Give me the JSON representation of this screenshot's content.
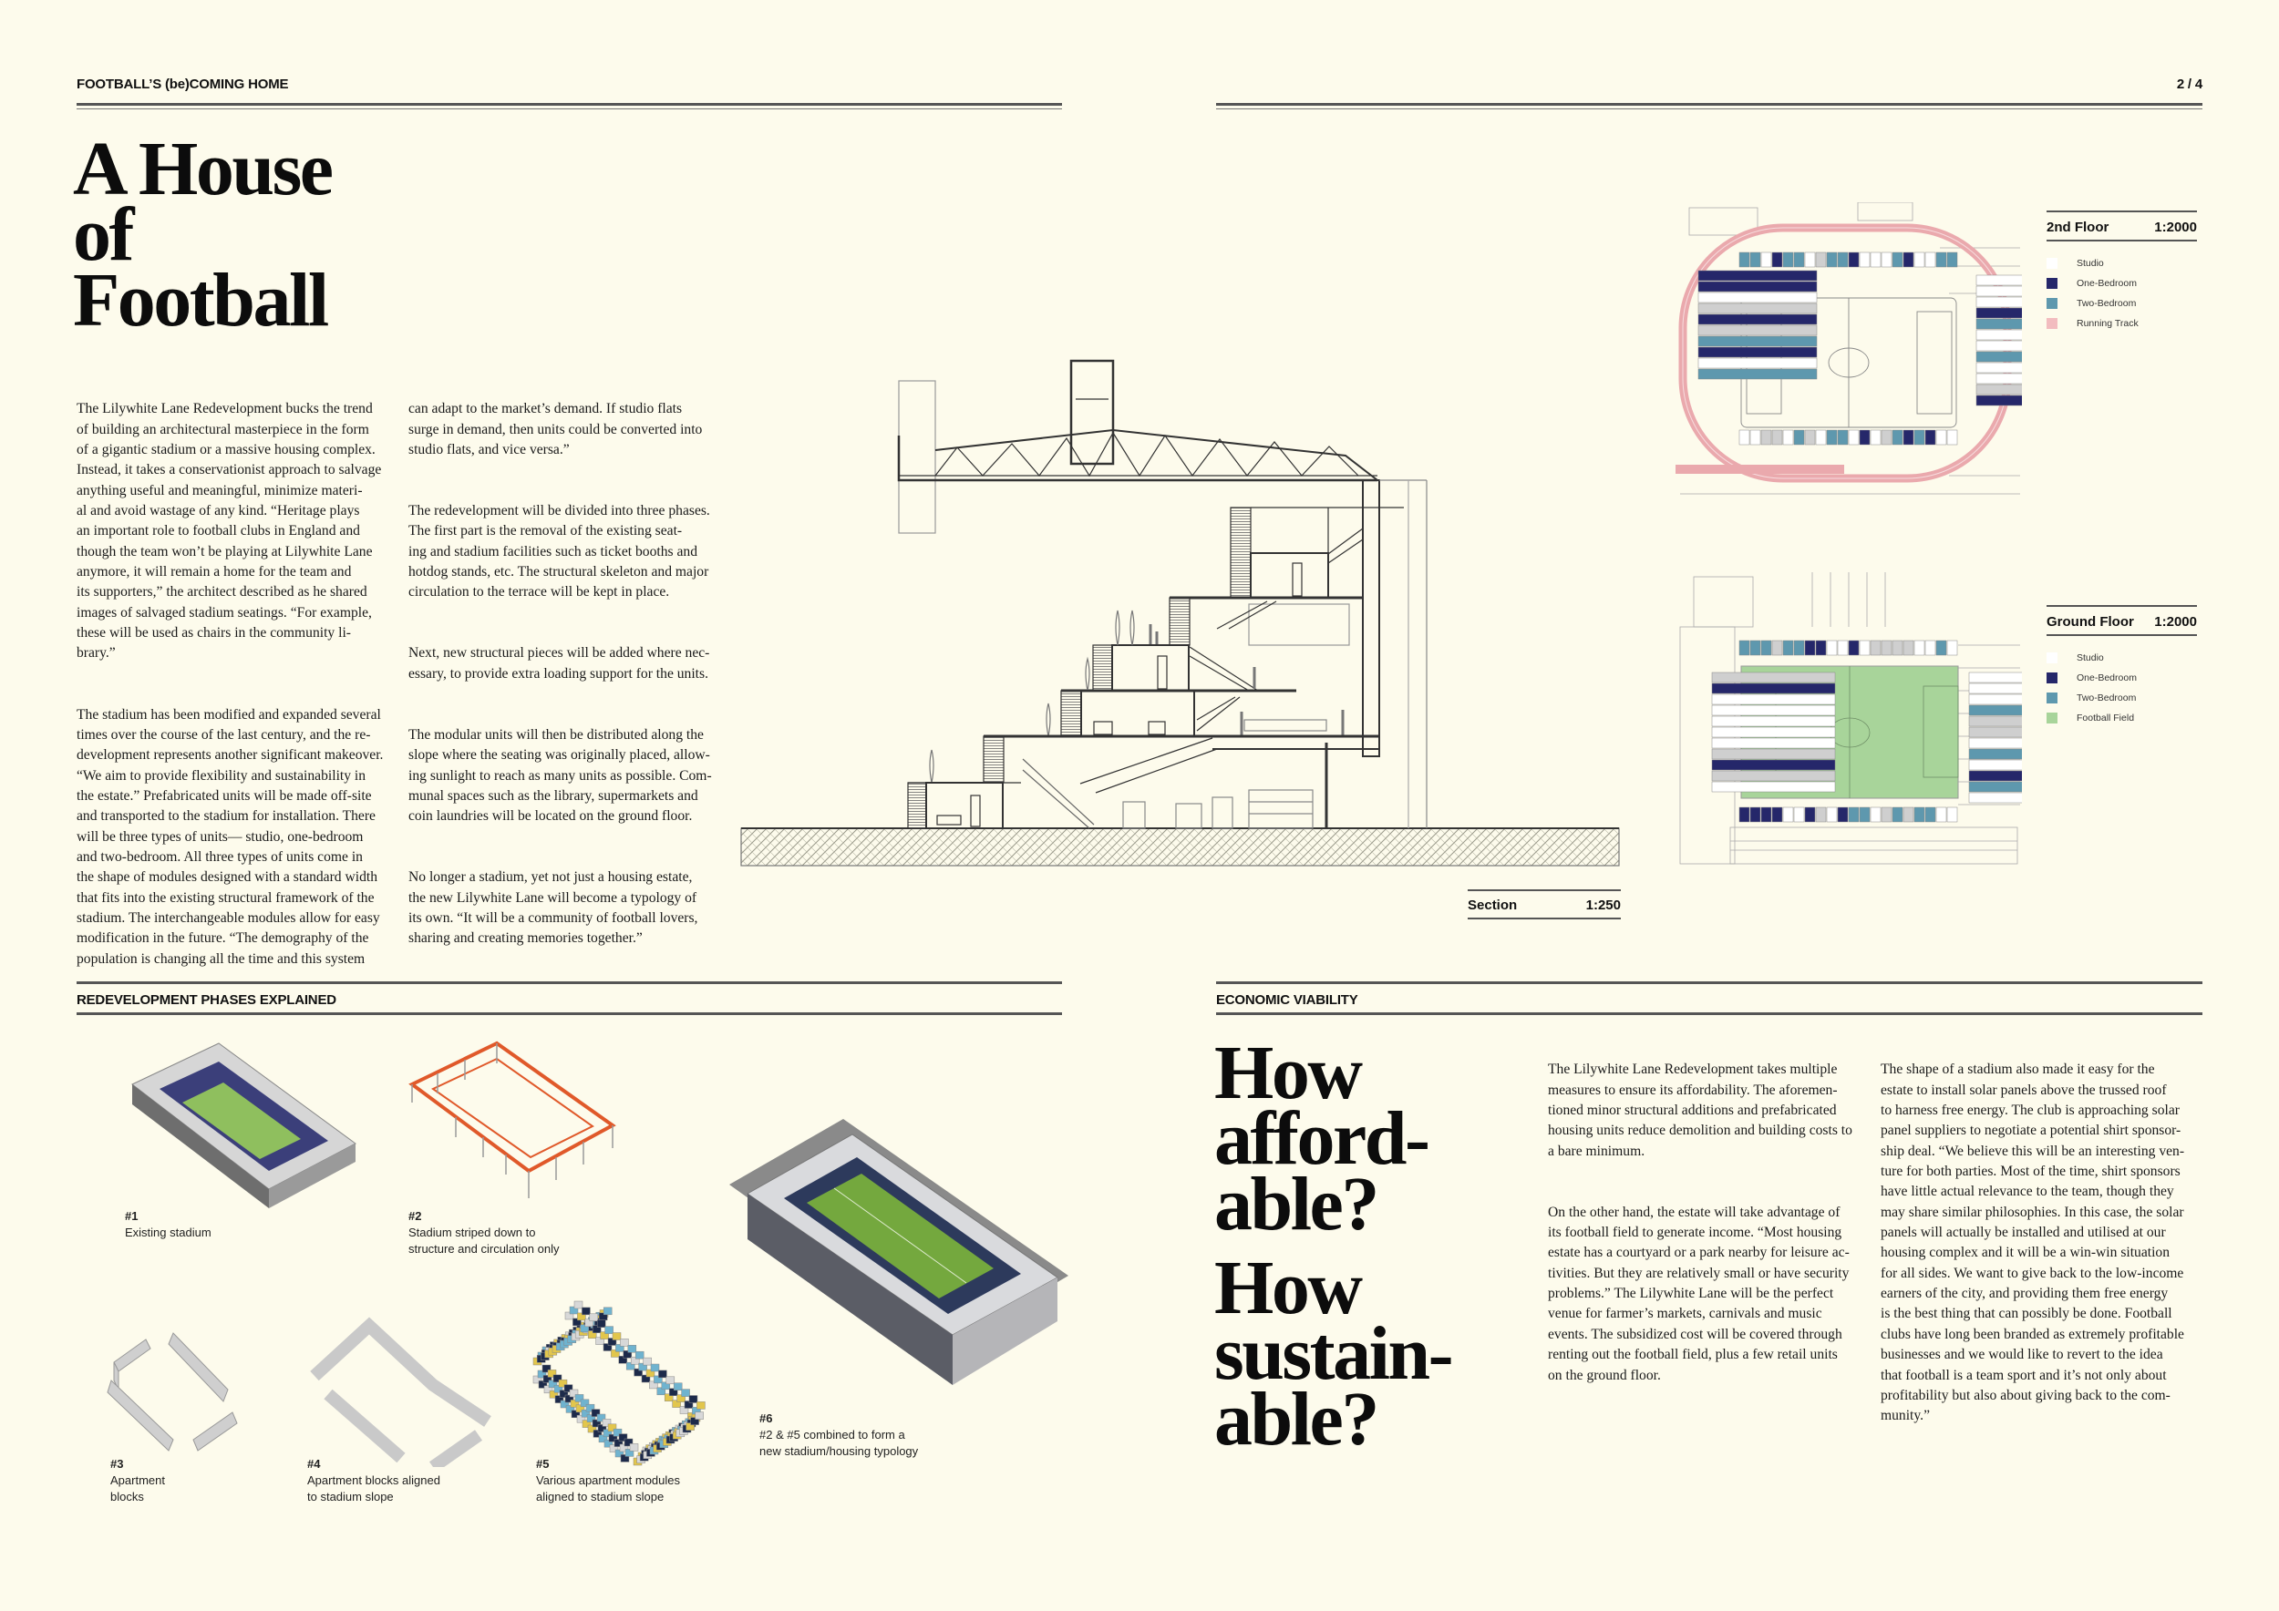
{
  "header": {
    "kicker": "FOOTBALL’S (be)COMING HOME",
    "page": "2 / 4"
  },
  "article": {
    "title": "A House\nof\nFootball",
    "col1": [
      "The Lilywhite Lane Redevelopment bucks the trend\nof building an architectural masterpiece in the form\nof a gigantic stadium or a massive housing complex.\nInstead, it takes a conservationist approach to salvage\nanything useful and meaningful, minimize materi-\nal and avoid wastage of any kind. “Heritage plays\nan important role to football clubs in England and\nthough the team won’t be playing at Lilywhite Lane\nanymore, it will remain a home for the team and\nits supporters,” the architect described as he shared\nimages of salvaged stadium seatings. “For example,\nthese will be used as chairs in the community li-\nbrary.”",
      "The stadium has been modified and expanded several\ntimes over the course of the last century, and the re-\ndevelopment represents another significant makeover.\n“We aim to provide flexibility and sustainability in\nthe estate.” Prefabricated units will be made off-site\nand transported to the stadium for installation. There\nwill be three types of units— studio, one-bedroom\nand two-bedroom. All three types of units come in\nthe shape of modules designed with a standard width\nthat fits into the existing structural framework of the\nstadium. The interchangeable modules allow for easy\nmodification in the future. “The demography of the\npopulation is changing all the time and this system"
    ],
    "col2": [
      "can adapt to the market’s demand. If studio flats\nsurge in demand, then units could be converted into\nstudio flats, and vice versa.”",
      "The redevelopment will be divided into three phases.\nThe first part is the removal of the existing seat-\ning and stadium facilities such as ticket booths and\nhotdog stands, etc. The structural skeleton and major\ncirculation to the terrace will be kept in place.",
      "Next, new structural pieces will be added where nec-\nessary, to provide extra loading support for the units.",
      "The modular units will then be distributed along the\nslope where the seating was originally placed, allow-\ning sunlight to reach as many units as possible. Com-\nmunal spaces such as the library, supermarkets and\ncoin laundries will be located on the ground floor.",
      "No longer a stadium, yet not just a housing estate,\nthe new Lilywhite Lane will become a typology of\nits own. “It will be a community of football lovers,\nsharing and creating memories together.”"
    ]
  },
  "section_drawing": {
    "label": "Section",
    "scale": "1:250"
  },
  "plans": [
    {
      "title": "2nd Floor",
      "scale": "1:2000",
      "legend": [
        {
          "label": "Studio",
          "color": "#ffffff"
        },
        {
          "label": "One-Bedroom",
          "color": "#25276a"
        },
        {
          "label": "Two-Bedroom",
          "color": "#5e98ae"
        },
        {
          "label": "Running Track",
          "color": "#f2bcbf"
        }
      ]
    },
    {
      "title": "Ground Floor",
      "scale": "1:2000",
      "legend": [
        {
          "label": "Studio",
          "color": "#ffffff"
        },
        {
          "label": "One-Bedroom",
          "color": "#25276a"
        },
        {
          "label": "Two-Bedroom",
          "color": "#5e98ae"
        },
        {
          "label": "Football Field",
          "color": "#a8d49a"
        }
      ]
    }
  ],
  "phases": {
    "heading": "REDEVELOPMENT PHASES EXPLAINED",
    "items": [
      {
        "num": "#1",
        "text": "Existing stadium"
      },
      {
        "num": "#2",
        "text": "Stadium striped down to\nstructure and circulation only"
      },
      {
        "num": "#3",
        "text": "Apartment\nblocks"
      },
      {
        "num": "#4",
        "text": "Apartment blocks aligned\nto stadium slope"
      },
      {
        "num": "#5",
        "text": "Various apartment modules\naligned to stadium slope"
      },
      {
        "num": "#6",
        "text": "#2 & #5 combined to form a\nnew stadium/housing typology"
      }
    ]
  },
  "economy": {
    "heading": "ECONOMIC VIABILITY",
    "question1": "How\nafford-\nable?",
    "question2": "How\nsustain-\nable?",
    "col1": [
      "The Lilywhite Lane Redevelopment takes multiple\nmeasures to ensure its affordability. The aforemen-\ntioned minor structural additions and prefabricated\nhousing units reduce demolition and building costs to\na bare minimum.",
      "On the other hand, the estate will take advantage of\nits football field to generate income. “Most housing\nestate has a courtyard or a park nearby for leisure ac-\ntivities. But they are relatively small or have security\nproblems.” The Lilywhite Lane will be the perfect\nvenue for farmer’s markets, carnivals and music\nevents. The subsidized cost will be covered through\nrenting out the football field, plus a few retail units\non the ground floor."
    ],
    "col2": [
      "The shape of a stadium also made it easy for the\nestate to install solar panels above the trussed roof\nto harness free energy. The club is approaching solar\npanel suppliers to negotiate a potential shirt sponsor-\nship deal. “We believe this will be an interesting ven-\nture for both parties. Most of the time, shirt sponsors\nhave little actual relevance to the team, though they\nmay share similar philosophies. In this case, the solar\npanels will actually be installed and utilised at our\nhousing complex and it will be a win-win situation\nfor all sides. We want to give back to the low-income\nearners of the city, and providing them free energy\nis the best thing that can possibly be done. Football\nclubs have long been branded as extremely profitable\nbusinesses and we would like to revert to the idea\nthat football is a team sport and it’s not only about\nprofitability but also about giving back to the com-\nmunity.”"
    ]
  }
}
